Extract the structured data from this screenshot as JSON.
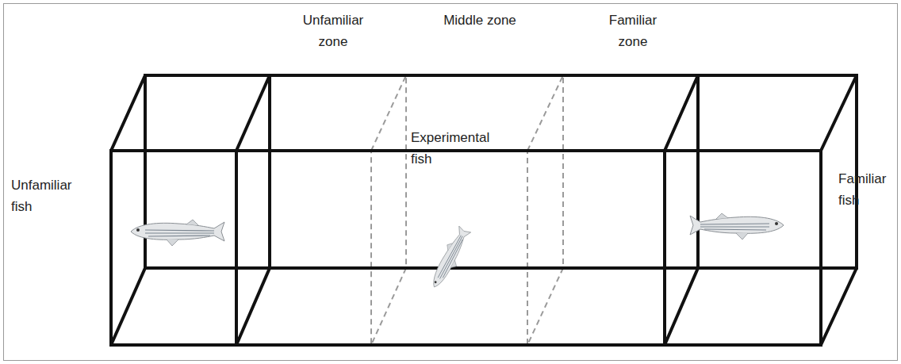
{
  "diagram": {
    "labels": [
      "Unfamiliar zone",
      "Middle zone",
      "Familiar zone",
      "Unfamiliar fish",
      "Experimental fish",
      "Familiar fish"
    ]
  }
}
